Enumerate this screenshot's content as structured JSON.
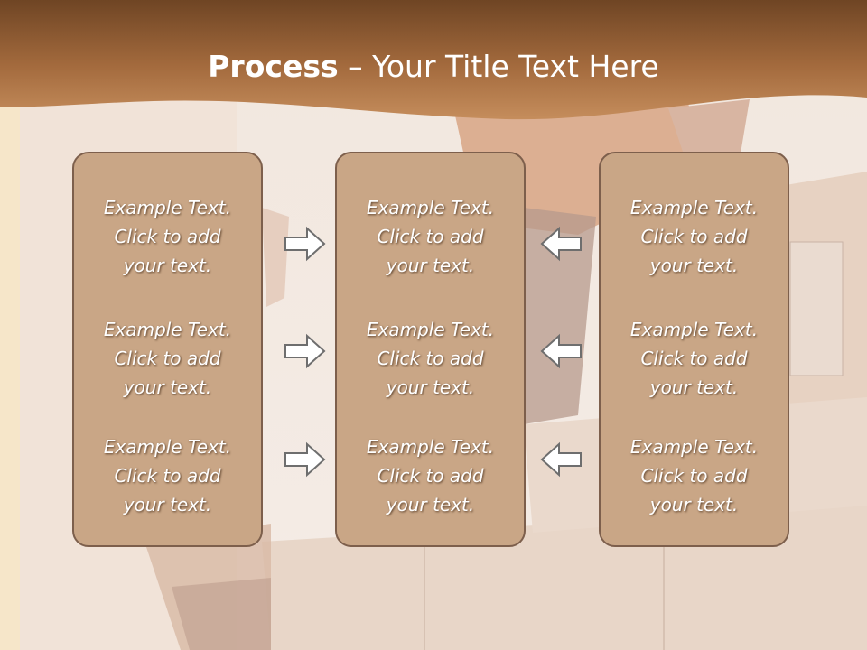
{
  "slide": {
    "title_bold": "Process",
    "title_rest": " – Your Title Text Here"
  },
  "columns": [
    {
      "id": "left",
      "items": [
        {
          "line1": "Example Text.",
          "line2": "Click  to add",
          "line3": "your text."
        },
        {
          "line1": "Example Text.",
          "line2": "Click  to add",
          "line3": "your text."
        },
        {
          "line1": "Example Text.",
          "line2": "Click  to add",
          "line3": "your text."
        }
      ]
    },
    {
      "id": "mid",
      "items": [
        {
          "line1": "Example Text.",
          "line2": "Click  to add",
          "line3": "your text."
        },
        {
          "line1": "Example Text.",
          "line2": "Click  to add",
          "line3": "your text."
        },
        {
          "line1": "Example Text.",
          "line2": "Click  to add",
          "line3": "your text."
        }
      ]
    },
    {
      "id": "right",
      "items": [
        {
          "line1": "Example Text.",
          "line2": "Click  to add",
          "line3": "your text."
        },
        {
          "line1": "Example Text.",
          "line2": "Click  to add",
          "line3": "your text."
        },
        {
          "line1": "Example Text.",
          "line2": "Click  to add",
          "line3": "your text."
        }
      ]
    }
  ],
  "arrows": {
    "left_group": [
      "arrow-right-icon",
      "arrow-right-icon",
      "arrow-right-icon"
    ],
    "right_group": [
      "arrow-left-icon",
      "arrow-left-icon",
      "arrow-left-icon"
    ]
  },
  "colors": {
    "title_band": "#8d5c32",
    "box_fill": "#c9a686",
    "box_border": "#7d5f4c",
    "text": "#ffffff",
    "arrow_stroke": "#6e6e6e"
  }
}
